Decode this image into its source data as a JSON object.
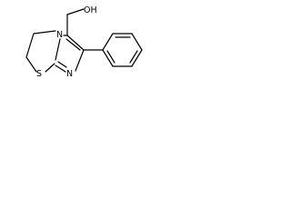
{
  "structure": {
    "atoms": {
      "hydroxyl": "OH",
      "ring_nitrogen_top": "N",
      "ring_nitrogen_bottom": "N",
      "sulfur": "S"
    },
    "colors": {
      "bond": "#000000",
      "label": "#000000",
      "background": "#ffffff"
    }
  }
}
